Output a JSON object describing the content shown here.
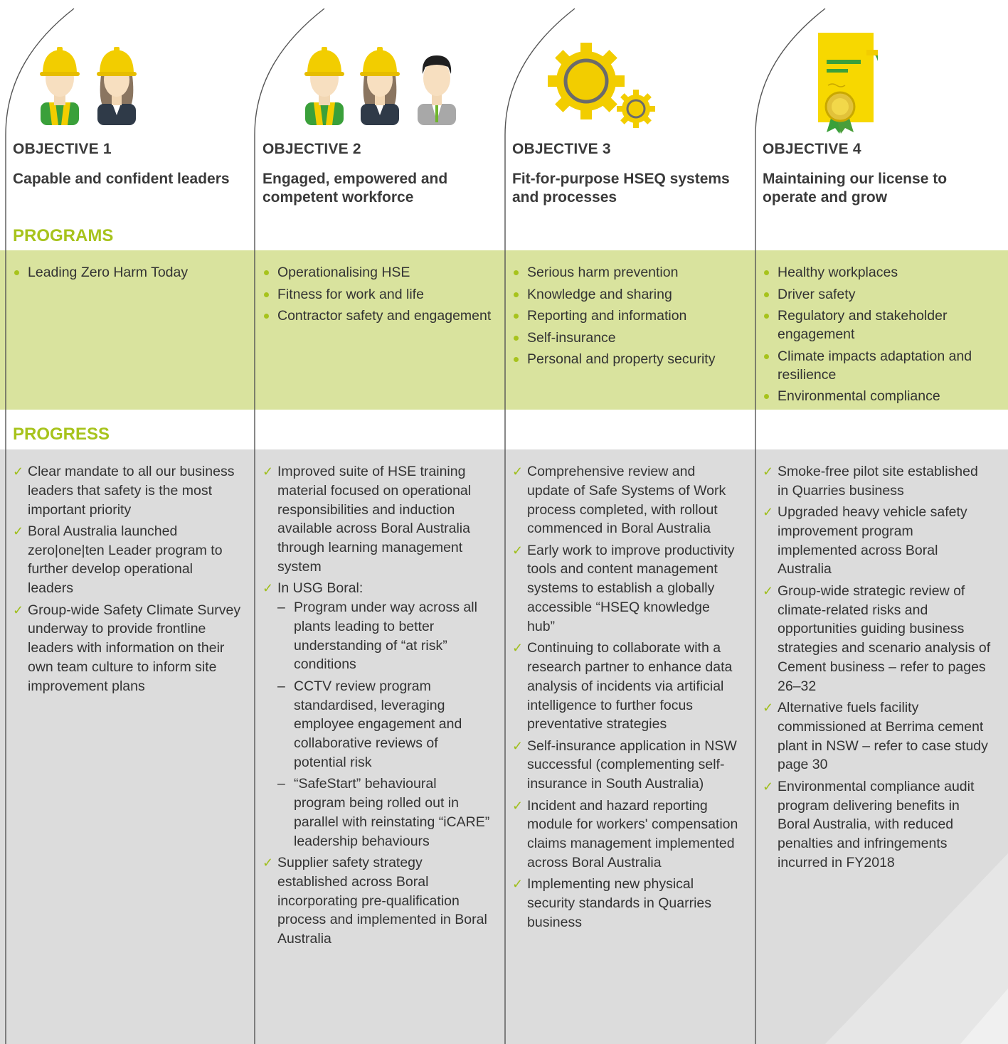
{
  "colors": {
    "accent_green": "#a7c31c",
    "programs_band": "#d9e39e",
    "progress_band": "#dcdcdc",
    "heading_text": "#3a3a3a",
    "body_text": "#333333",
    "helmet_yellow": "#f2cd00",
    "vest_green": "#3aa03a"
  },
  "sections": {
    "programs_label": "PROGRAMS",
    "progress_label": "PROGRESS"
  },
  "objectives": [
    {
      "number_label": "OBJECTIVE 1",
      "title": "Capable and confident leaders",
      "icon": "two-workers-icon",
      "programs": [
        "Leading Zero Harm Today"
      ],
      "progress": [
        {
          "text": "Clear mandate to all our business leaders that safety is the most important priority"
        },
        {
          "text": "Boral Australia launched zero|one|ten Leader program to further develop operational leaders"
        },
        {
          "text": "Group-wide Safety Climate Survey underway to provide frontline leaders with information on their own team culture to inform site improvement plans"
        }
      ]
    },
    {
      "number_label": "OBJECTIVE 2",
      "title": "Engaged, empowered and competent workforce",
      "icon": "three-workers-icon",
      "programs": [
        "Operationalising HSE",
        "Fitness for work and life",
        "Contractor safety and engagement"
      ],
      "progress": [
        {
          "text": "Improved suite of HSE training material focused on operational responsibilities and induction available across Boral Australia through learning management system"
        },
        {
          "text": "In USG Boral:",
          "sub": [
            "Program under way across all plants leading to better understanding of “at risk” conditions",
            "CCTV review program standardised, leveraging employee engagement and collaborative reviews of potential risk",
            "“SafeStart” behavioural program being rolled out in parallel with reinstating “iCARE” leadership behaviours"
          ]
        },
        {
          "text": "Supplier safety strategy established across Boral incorporating pre-qualification process and implemented in Boral Australia"
        }
      ]
    },
    {
      "number_label": "OBJECTIVE 3",
      "title": "Fit-for-purpose HSEQ systems and processes",
      "icon": "gears-icon",
      "programs": [
        "Serious harm prevention",
        "Knowledge and sharing",
        "Reporting and information",
        "Self-insurance",
        "Personal and property security"
      ],
      "progress": [
        {
          "text": "Comprehensive review and update of Safe Systems of Work process completed, with rollout commenced in Boral Australia"
        },
        {
          "text": "Early work to improve productivity tools and content management systems to establish a globally accessible “HSEQ knowledge hub”"
        },
        {
          "text": "Continuing to collaborate with a research partner to enhance data analysis of incidents via artificial intelligence to further focus preventative strategies"
        },
        {
          "text": "Self-insurance application in NSW successful (complementing self-insurance in South Australia)"
        },
        {
          "text": "Incident and hazard reporting module for workers' compensation claims management implemented across Boral Australia"
        },
        {
          "text": "Implementing new physical security standards in Quarries business"
        }
      ]
    },
    {
      "number_label": "OBJECTIVE 4",
      "title": "Maintaining our license to operate and grow",
      "icon": "certificate-icon",
      "programs": [
        "Healthy workplaces",
        "Driver safety",
        "Regulatory and stakeholder engagement",
        "Climate impacts adaptation and resilience",
        "Environmental compliance"
      ],
      "progress": [
        {
          "text": "Smoke-free pilot site established in Quarries business"
        },
        {
          "text": "Upgraded heavy vehicle safety improvement program implemented across Boral Australia"
        },
        {
          "text": "Group-wide strategic review of climate-related risks and opportunities guiding business strategies and scenario analysis of Cement business – refer to pages 26–32"
        },
        {
          "text": "Alternative fuels facility commissioned at Berrima cement plant in NSW – refer to case study page 30"
        },
        {
          "text": "Environmental compliance audit program delivering benefits in Boral Australia, with reduced penalties and infringements incurred in FY2018"
        }
      ]
    }
  ]
}
